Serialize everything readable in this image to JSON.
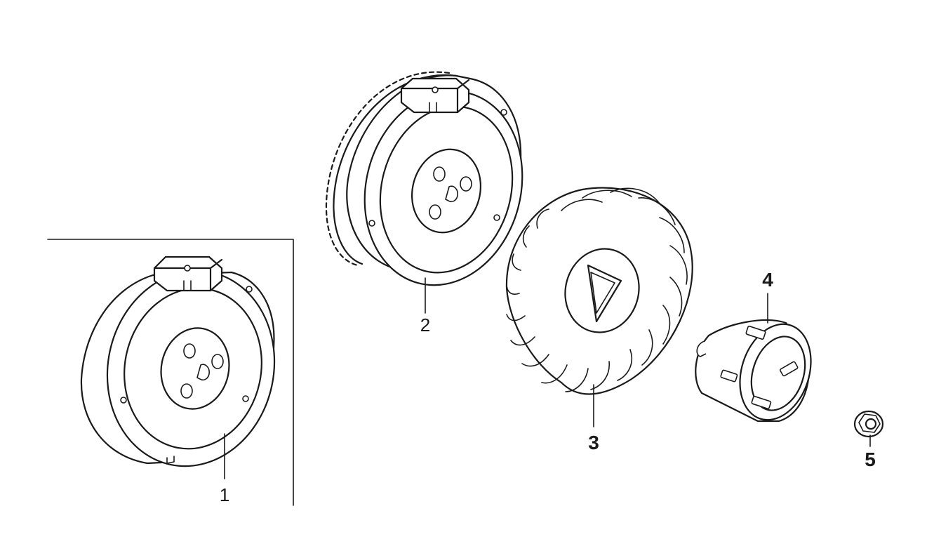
{
  "callouts": {
    "part1": "1",
    "part2": "2",
    "part3": "3",
    "part4": "4",
    "part5": "5"
  }
}
